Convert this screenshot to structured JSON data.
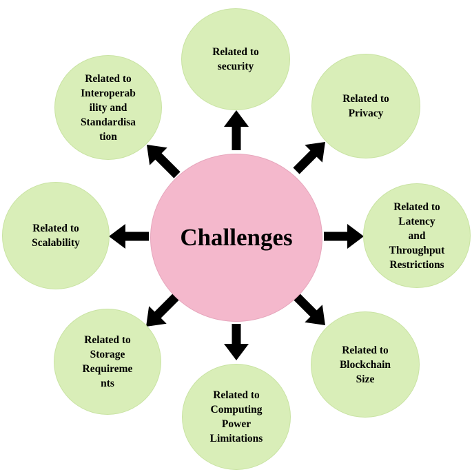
{
  "center": {
    "label": "Challenges"
  },
  "challenges": [
    {
      "label": "Related to\nsecurity"
    },
    {
      "label": "Related to\nPrivacy"
    },
    {
      "label": "Related to\nLatency\nand\nThroughput\nRestrictions"
    },
    {
      "label": "Related to\nBlockchain\nSize"
    },
    {
      "label": "Related to\nComputing\nPower\nLimitations"
    },
    {
      "label": "Related to\nStorage\nRequireme\nnts"
    },
    {
      "label": "Related to\nScalability"
    },
    {
      "label": "Related to\nInteroperab\nility and\nStandardisa\ntion"
    }
  ],
  "colors": {
    "center_fill": "#f4b8cc",
    "node_fill": "#d9eeb8",
    "arrow": "#000000"
  }
}
